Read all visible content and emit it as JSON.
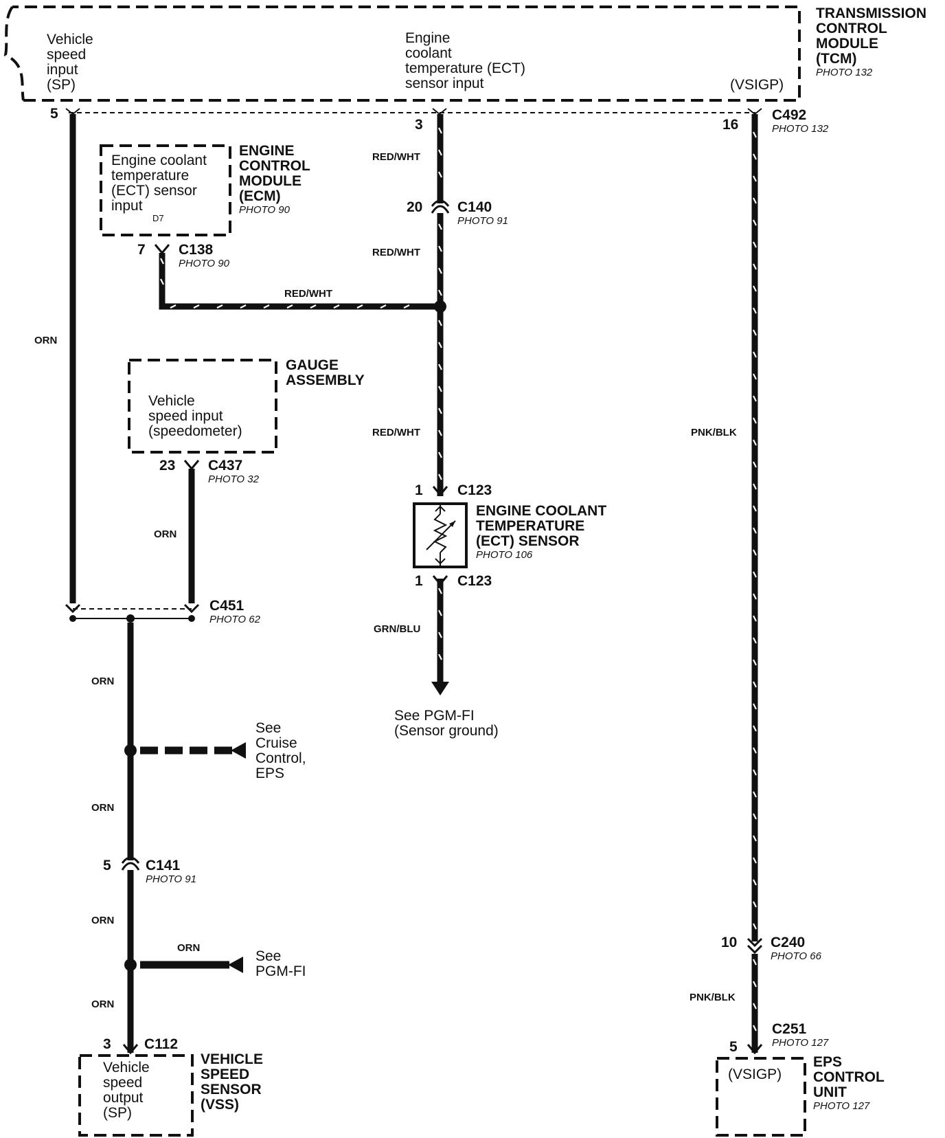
{
  "tcm": {
    "title_lines": [
      "TRANSMISSION",
      "CONTROL",
      "MODULE",
      "(TCM)"
    ],
    "photo": "PHOTO 132",
    "sp_input_lines": [
      "Vehicle",
      "speed",
      "input",
      "(SP)"
    ],
    "ect_input_lines": [
      "Engine",
      "coolant",
      "temperature (ECT)",
      "sensor input"
    ],
    "vsigp": "(VSIGP)",
    "pin_sp": "5",
    "pin_ect": "3",
    "pin_vsigp": "16"
  },
  "c492": {
    "name": "C492",
    "photo": "PHOTO 132"
  },
  "ecm": {
    "title_lines": [
      "ENGINE",
      "CONTROL",
      "MODULE",
      "(ECM)"
    ],
    "photo": "PHOTO 90",
    "input_lines": [
      "Engine coolant",
      "temperature",
      "(ECT) sensor",
      "input"
    ],
    "terminal": "D7"
  },
  "c138": {
    "name": "C138",
    "photo": "PHOTO 90",
    "pin": "7"
  },
  "c140": {
    "name": "C140",
    "photo": "PHOTO 91",
    "pin": "20"
  },
  "gauge": {
    "title_lines": [
      "GAUGE",
      "ASSEMBLY"
    ],
    "input_lines": [
      "Vehicle",
      "speed input",
      "(speedometer)"
    ]
  },
  "c437": {
    "name": "C437",
    "photo": "PHOTO 32",
    "pin": "23"
  },
  "c451": {
    "name": "C451",
    "photo": "PHOTO 62"
  },
  "ect_sensor": {
    "title_lines": [
      "ENGINE COOLANT",
      "TEMPERATURE",
      "(ECT) SENSOR"
    ],
    "photo": "PHOTO 106",
    "connector": "C123",
    "pin_top": "1",
    "pin_bottom": "1"
  },
  "pgmfi_ground": {
    "lines": [
      "See PGM-FI",
      "(Sensor ground)"
    ]
  },
  "cruise_ref": {
    "lines": [
      "See",
      "Cruise",
      "Control,",
      "EPS"
    ]
  },
  "c141": {
    "name": "C141",
    "photo": "PHOTO 91",
    "pin": "5"
  },
  "pgmfi_ref": {
    "lines": [
      "See",
      "PGM-FI"
    ]
  },
  "c112": {
    "name": "C112",
    "pin": "3"
  },
  "vss": {
    "title_lines": [
      "VEHICLE",
      "SPEED",
      "SENSOR",
      "(VSS)"
    ],
    "output_lines": [
      "Vehicle",
      "speed",
      "output",
      "(SP)"
    ]
  },
  "c240": {
    "name": "C240",
    "photo": "PHOTO 66",
    "pin": "10"
  },
  "c251": {
    "name": "C251",
    "photo": "PHOTO 127",
    "pin": "5"
  },
  "eps": {
    "title_lines": [
      "EPS",
      "CONTROL",
      "UNIT"
    ],
    "photo": "PHOTO 127",
    "vsigp": "(VSIGP)"
  },
  "wire_colors": {
    "orn": "ORN",
    "red_wht": "RED/WHT",
    "grn_blu": "GRN/BLU",
    "pnk_blk": "PNK/BLK"
  }
}
